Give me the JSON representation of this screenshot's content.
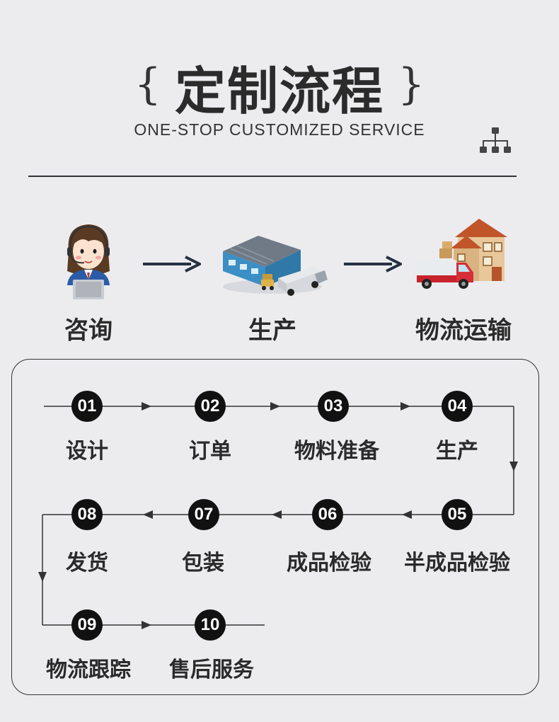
{
  "header": {
    "brace_open": "{",
    "title": "定制流程",
    "brace_close": "}",
    "subtitle": "ONE-STOP CUSTOMIZED SERVICE"
  },
  "stages": [
    {
      "label": "咨询",
      "icon": "customer-service-icon"
    },
    {
      "label": "生产",
      "icon": "factory-icon"
    },
    {
      "label": "物流运输",
      "icon": "delivery-truck-house-icon"
    }
  ],
  "steps": [
    {
      "number": "01",
      "label": "设计"
    },
    {
      "number": "02",
      "label": "订单"
    },
    {
      "number": "03",
      "label": "物料准备"
    },
    {
      "number": "04",
      "label": "生产"
    },
    {
      "number": "05",
      "label": "半成品检验"
    },
    {
      "number": "06",
      "label": "成品检验"
    },
    {
      "number": "07",
      "label": "包装"
    },
    {
      "number": "08",
      "label": "发货"
    },
    {
      "number": "09",
      "label": "物流跟踪"
    },
    {
      "number": "10",
      "label": "售后服务"
    }
  ],
  "colors": {
    "background": "#ececef",
    "text": "#2a2a2a",
    "circle": "#111111",
    "line": "#333333",
    "arrow": "#263042"
  }
}
